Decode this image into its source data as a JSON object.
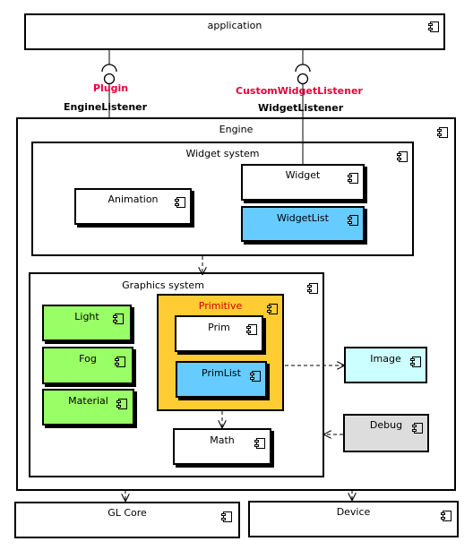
{
  "components": {
    "application": "application",
    "engine": "Engine",
    "widget_system": "Widget system",
    "animation": "Animation",
    "widget": "Widget",
    "widget_list": "WidgetList",
    "graphics_system": "Graphics system",
    "light": "Light",
    "fog": "Fog",
    "material": "Material",
    "primitive": "Primitive",
    "prim": "Prim",
    "prim_list": "PrimList",
    "math": "Math",
    "image": "Image",
    "debug": "Debug",
    "gl_core": "GL Core",
    "device": "Device"
  },
  "interfaces": {
    "plugin": "Plugin",
    "engine_listener": "EngineListener",
    "custom_widget_listener": "CustomWidgetListener",
    "widget_listener": "WidgetListener"
  },
  "colors": {
    "green": "#99ff66",
    "blue": "#66ccff",
    "orange": "#ffcc33",
    "cyan": "#ccffff",
    "gray": "#dddddd",
    "red_label": "#e8003d",
    "primitive_label": "#cc0000"
  },
  "icon": "component-icon"
}
